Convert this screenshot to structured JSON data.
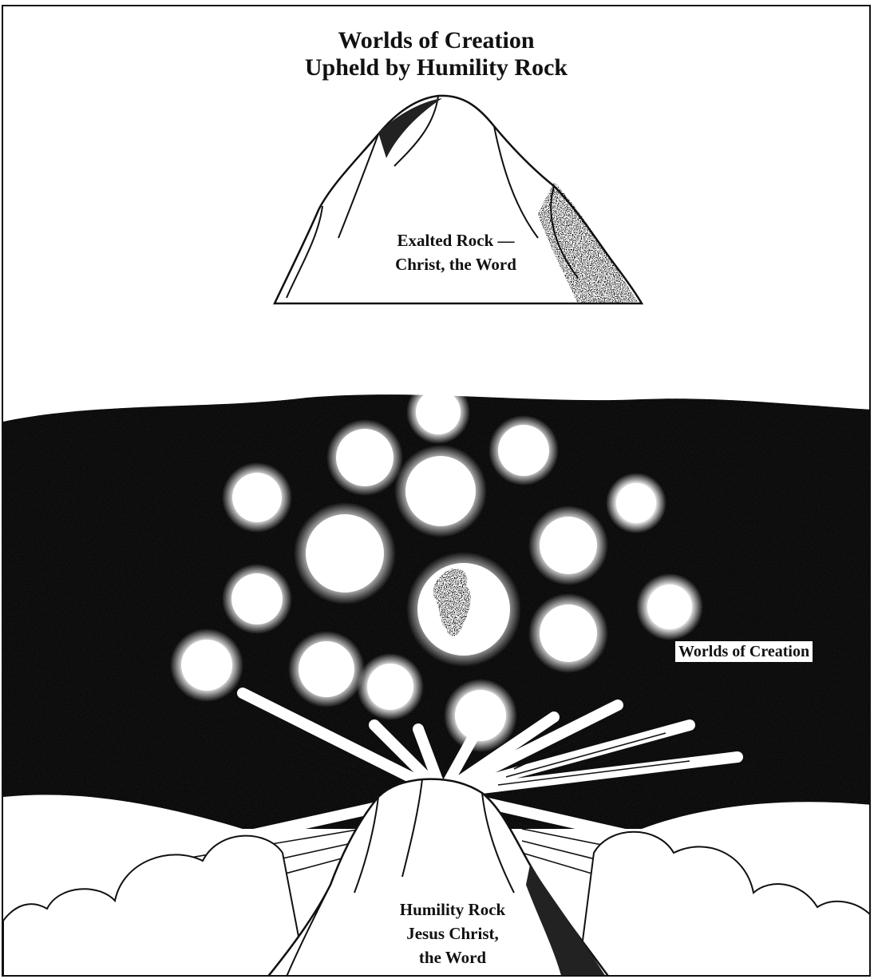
{
  "title": {
    "line1": "Worlds of Creation",
    "line2": "Upheld by Humility Rock"
  },
  "labels": {
    "exalted_line1": "Exalted Rock —",
    "exalted_line2": "Christ, the Word",
    "worlds": "Worlds of Creation",
    "humility_line1": "Humility Rock",
    "humility_line2": "Jesus Christ,",
    "humility_line3": "the Word"
  },
  "colors": {
    "ink": "#111111",
    "paper": "#ffffff"
  }
}
